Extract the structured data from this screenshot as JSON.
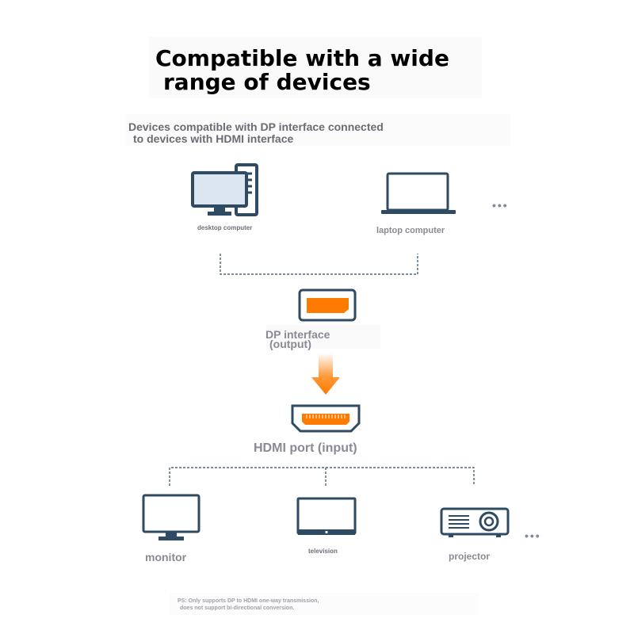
{
  "title": {
    "line1": "Compatible with a wide",
    "line2": "range of devices"
  },
  "subtitle": {
    "line1": "Devices compatible with DP interface connected",
    "line2": "to devices with HDMI interface"
  },
  "sources": {
    "desktop_label": "desktop computer",
    "laptop_label": "laptop computer",
    "more": "•••"
  },
  "dp": {
    "label_line1": "DP interface",
    "label_line2": "(output)"
  },
  "hdmi": {
    "label": "HDMI port (input)"
  },
  "targets": {
    "monitor_label": "monitor",
    "television_label": "television",
    "projector_label": "projector",
    "more": "•••"
  },
  "footnote": {
    "line1": "PS: Only supports DP to HDMI one-way transmission,",
    "line2": "does not support bi-directional conversion."
  },
  "colors": {
    "icon": "#2f4a63",
    "accent": "#ff7a00",
    "screen": "#dce6f0",
    "label": "#8a8a95"
  }
}
